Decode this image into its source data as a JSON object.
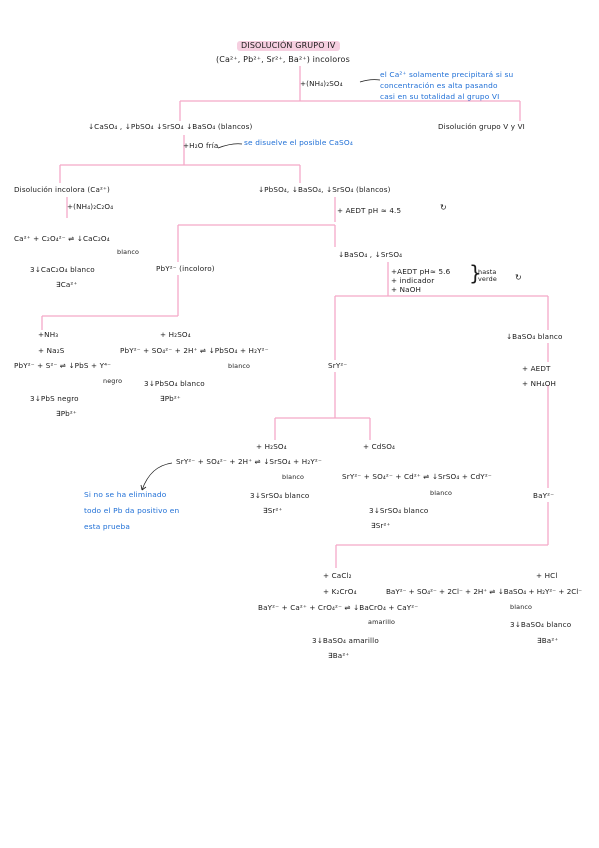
{
  "colors": {
    "line": "#f4a9c8",
    "highlight": "#f6cfe0",
    "note": "#1f6fd6",
    "ink": "#1a1a1a"
  },
  "title": "DISOLUCIÓN GRUPO IV",
  "cations": "(Ca²⁺, Pb²⁺, Sr²⁺, Ba²⁺) incoloros",
  "step1": {
    "reagent": "+(NH₄)₂SO₄",
    "note_l1": "el Ca²⁺ solamente precipitará si su",
    "note_l2": "concentración es alta pasando",
    "note_l3": "casi en su totalidad al grupo VI"
  },
  "precip1": "↓CaSO₄ , ↓PbSO₄ ↓SrSO₄ ↓BaSO₄ (blancos)",
  "solution_v_vi": "Disolución grupo V y VI",
  "step2": {
    "reagent": "+H₂O fría",
    "note": "se disuelve el posible CaSO₄"
  },
  "ca": {
    "solution": "Disolución incolora (Ca²⁺)",
    "reagent": "+(NH₄)₂C₂O₄",
    "eq": "Ca²⁺ + C₂O₄²⁻ ⇌ ↓CaC₂O₄",
    "eq_label": "blanco",
    "result1": "3↓CaC₂O₄ blanco",
    "result2": "∃Ca²⁺"
  },
  "step3": {
    "precip": "↓PbSO₄, ↓BaSO₄, ↓SrSO₄ (blancos)",
    "reagent": "+ AEDT pH ≈ 4.5",
    "cycle_icon": "↻"
  },
  "pb": {
    "complex": "PbY²⁻ (incoloro)",
    "left": {
      "r1": "+NH₃",
      "r2": "+ Na₂S",
      "eq": "PbY²⁻ + S²⁻ ⇌ ↓PbS + Y⁴⁻",
      "eq_label": "negro",
      "result1": "3↓PbS negro",
      "result2": "∃Pb²⁺"
    },
    "right": {
      "r1": "+ H₂SO₄",
      "eq": "PbY²⁻ + SO₄²⁻ + 2H⁺ ⇌ ↓PbSO₄ + H₂Y²⁻",
      "eq_label": "blanco",
      "result1": "3↓PbSO₄ blanco",
      "result2": "∃Pb²⁺"
    }
  },
  "step4": {
    "precip": "↓BaSO₄ , ↓SrSO₄",
    "r1": "+AEDT pH≈ 5.6",
    "r2": "+ indicador",
    "r3": "+ NaOH",
    "side": "hasta verde",
    "cycle_icon": "↻"
  },
  "sr": {
    "complex": "SrY²⁻",
    "left": {
      "reagent": "+ H₂SO₄",
      "eq": "SrY²⁻ + SO₄²⁻ + 2H⁺ ⇌ ↓SrSO₄ + H₂Y²⁻",
      "eq_label": "blanco",
      "result1": "3↓SrSO₄ blanco",
      "result2": "∃Sr²⁺",
      "note_l1": "Si no se ha eliminado",
      "note_l2": "todo el Pb da positivo en",
      "note_l3": "esta prueba"
    },
    "right": {
      "reagent": "+ CdSO₄",
      "eq": "SrY²⁻ + SO₄²⁻ + Cd²⁺ ⇌ ↓SrSO₄ + CdY²⁻",
      "eq_label": "blanco",
      "result1": "3↓SrSO₄ blanco",
      "result2": "∃Sr²⁺"
    }
  },
  "ba": {
    "precip": "↓BaSO₄ blanco",
    "r1": "+ AEDT",
    "r2": "+ NH₄OH",
    "complex": "BaY²⁻",
    "left": {
      "r1": "+ CaCl₂",
      "r2": "+ K₂CrO₄",
      "eq": "BaY²⁻ + Ca²⁺ + CrO₄²⁻ ⇌ ↓BaCrO₄ + CaY²⁻",
      "eq_label": "amarillo",
      "result1": "3↓BaSO₄ amarillo",
      "result2": "∃Ba²⁺"
    },
    "right": {
      "reagent": "+ HCl",
      "eq": "BaY²⁻ + SO₄²⁻ + 2Cl⁻ + 2H⁺ ⇌ ↓BaSO₄ + H₂Y²⁻ + 2Cl⁻",
      "eq_label": "blanco",
      "result1": "3↓BaSO₄ blanco",
      "result2": "∃Ba²⁺"
    }
  }
}
